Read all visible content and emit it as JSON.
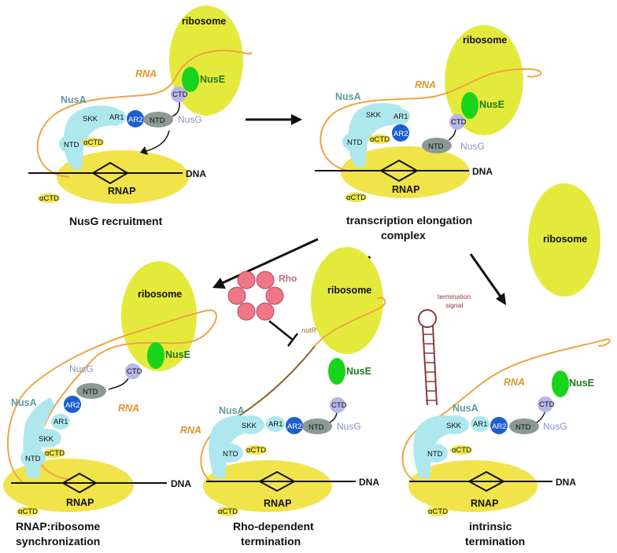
{
  "labels": {
    "ribosome": "ribosome",
    "nuse": "NusE",
    "rna": "RNA",
    "nusa": "NusA",
    "nusg": "NusG",
    "ctd": "CTD",
    "ntd": "NTD",
    "skk": "SKK",
    "ar1": "AR1",
    "ar2": "AR2",
    "actd": "αCTD",
    "rnap": "RNAP",
    "dna": "DNA",
    "rho": "Rho",
    "nutr": "nutR",
    "termination_signal": [
      "termination",
      "signal"
    ]
  },
  "captions": {
    "recruitment": [
      "NusG recruitment"
    ],
    "elongation": [
      "transcription elongation",
      "complex"
    ],
    "synchronization": [
      "RNAP:ribosome",
      "synchronization"
    ],
    "rho_dependent": [
      "Rho-dependent",
      "termination"
    ],
    "intrinsic": [
      "intrinsic",
      "termination"
    ]
  },
  "colors": {
    "ribosome": "#e4ea3c",
    "rnap": "#f1e44a",
    "nuse": "#18d41c",
    "nusa": "#aee8ee",
    "nusg_ntd": "#8a9a96",
    "nusg_ctd": "#b7b6e8",
    "ar2": "#1e5fd0",
    "rna": "#f0a442",
    "rho": "#f07688",
    "arrow": "#111111"
  }
}
